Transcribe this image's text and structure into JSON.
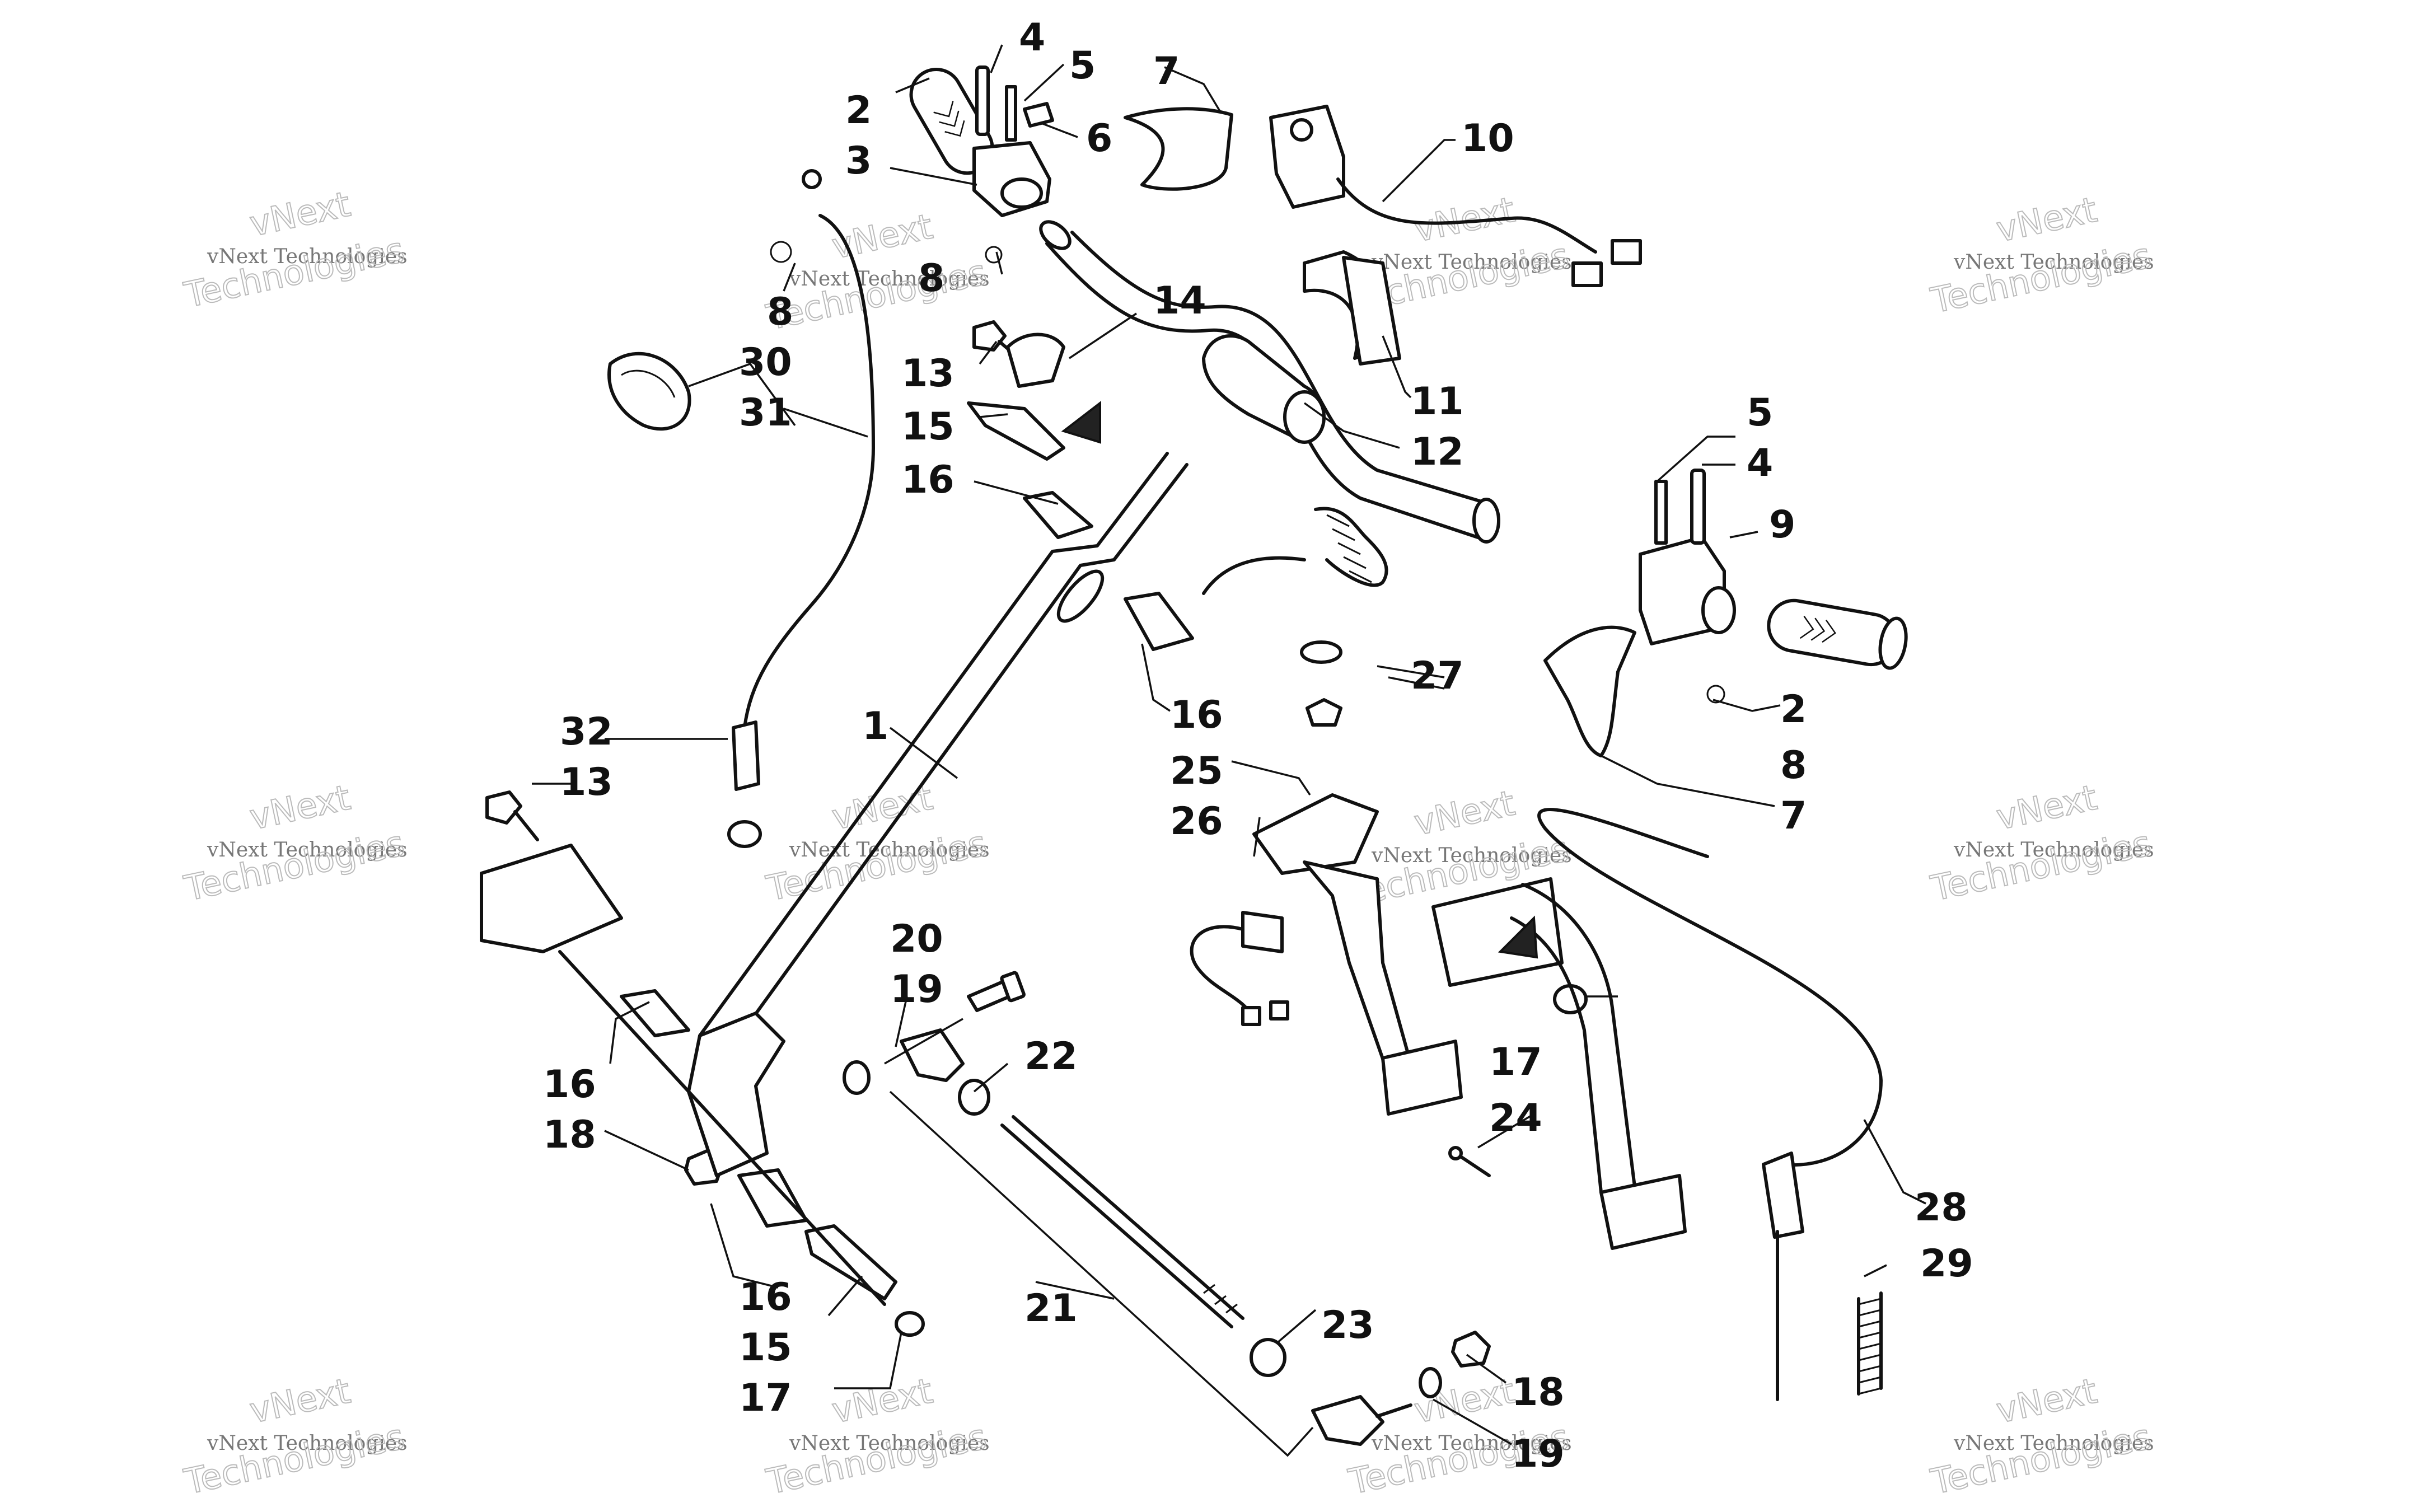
{
  "diagram": {
    "callout_labels": {
      "c1": "1",
      "c2a": "2",
      "c2b": "2",
      "c3": "3",
      "c4a": "4",
      "c4b": "4",
      "c5a": "5",
      "c5b": "5",
      "c6": "6",
      "c7a": "7",
      "c7b": "7",
      "c8a": "8",
      "c8b": "8",
      "c8c": "8",
      "c9": "9",
      "c10": "10",
      "c11": "11",
      "c12": "12",
      "c13a": "13",
      "c13b": "13",
      "c14": "14",
      "c15a": "15",
      "c15b": "15",
      "c16a": "16",
      "c16b": "16",
      "c16c": "16",
      "c16d": "16",
      "c17a": "17",
      "c17b": "17",
      "c18a": "18",
      "c18b": "18",
      "c19a": "19",
      "c19b": "19",
      "c20": "20",
      "c21": "21",
      "c22": "22",
      "c23": "23",
      "c24": "24",
      "c25": "25",
      "c26": "26",
      "c27": "27",
      "c28": "28",
      "c29": "29",
      "c30": "30",
      "c31": "31",
      "c32": "32"
    }
  },
  "watermarks": {
    "small_text": "vNext Technologies",
    "big_line1": "vNext",
    "big_line2": "Technologies"
  }
}
